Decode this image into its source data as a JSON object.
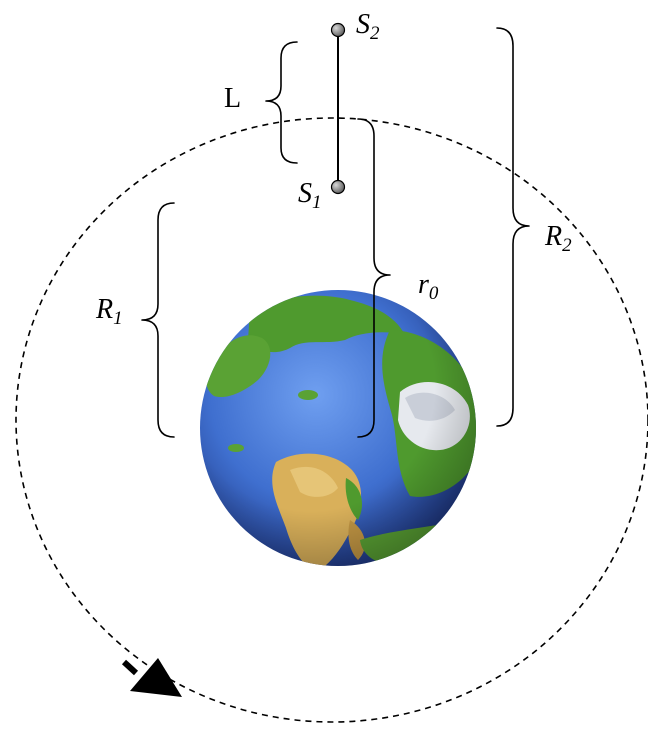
{
  "labels": {
    "s2": {
      "base": "S",
      "sub": "2"
    },
    "s1": {
      "base": "S",
      "sub": "1"
    },
    "L": "L",
    "r1": {
      "base": "R",
      "sub": "1"
    },
    "r0": {
      "base": "r",
      "sub": "0"
    },
    "r2": {
      "base": "R",
      "sub": "2"
    }
  },
  "colors": {
    "ocean": "#3f6fcf",
    "ocean_dark": "#1e3f9a",
    "land_green": "#4f9a2e",
    "land_desert": "#d9b05a",
    "ice": "#e6e9ee",
    "satellite": "#808080",
    "orbit": "#000000",
    "arrow": "#000000"
  },
  "icons": {
    "earth": "earth-globe-icon",
    "arrow": "direction-arrow-icon"
  }
}
